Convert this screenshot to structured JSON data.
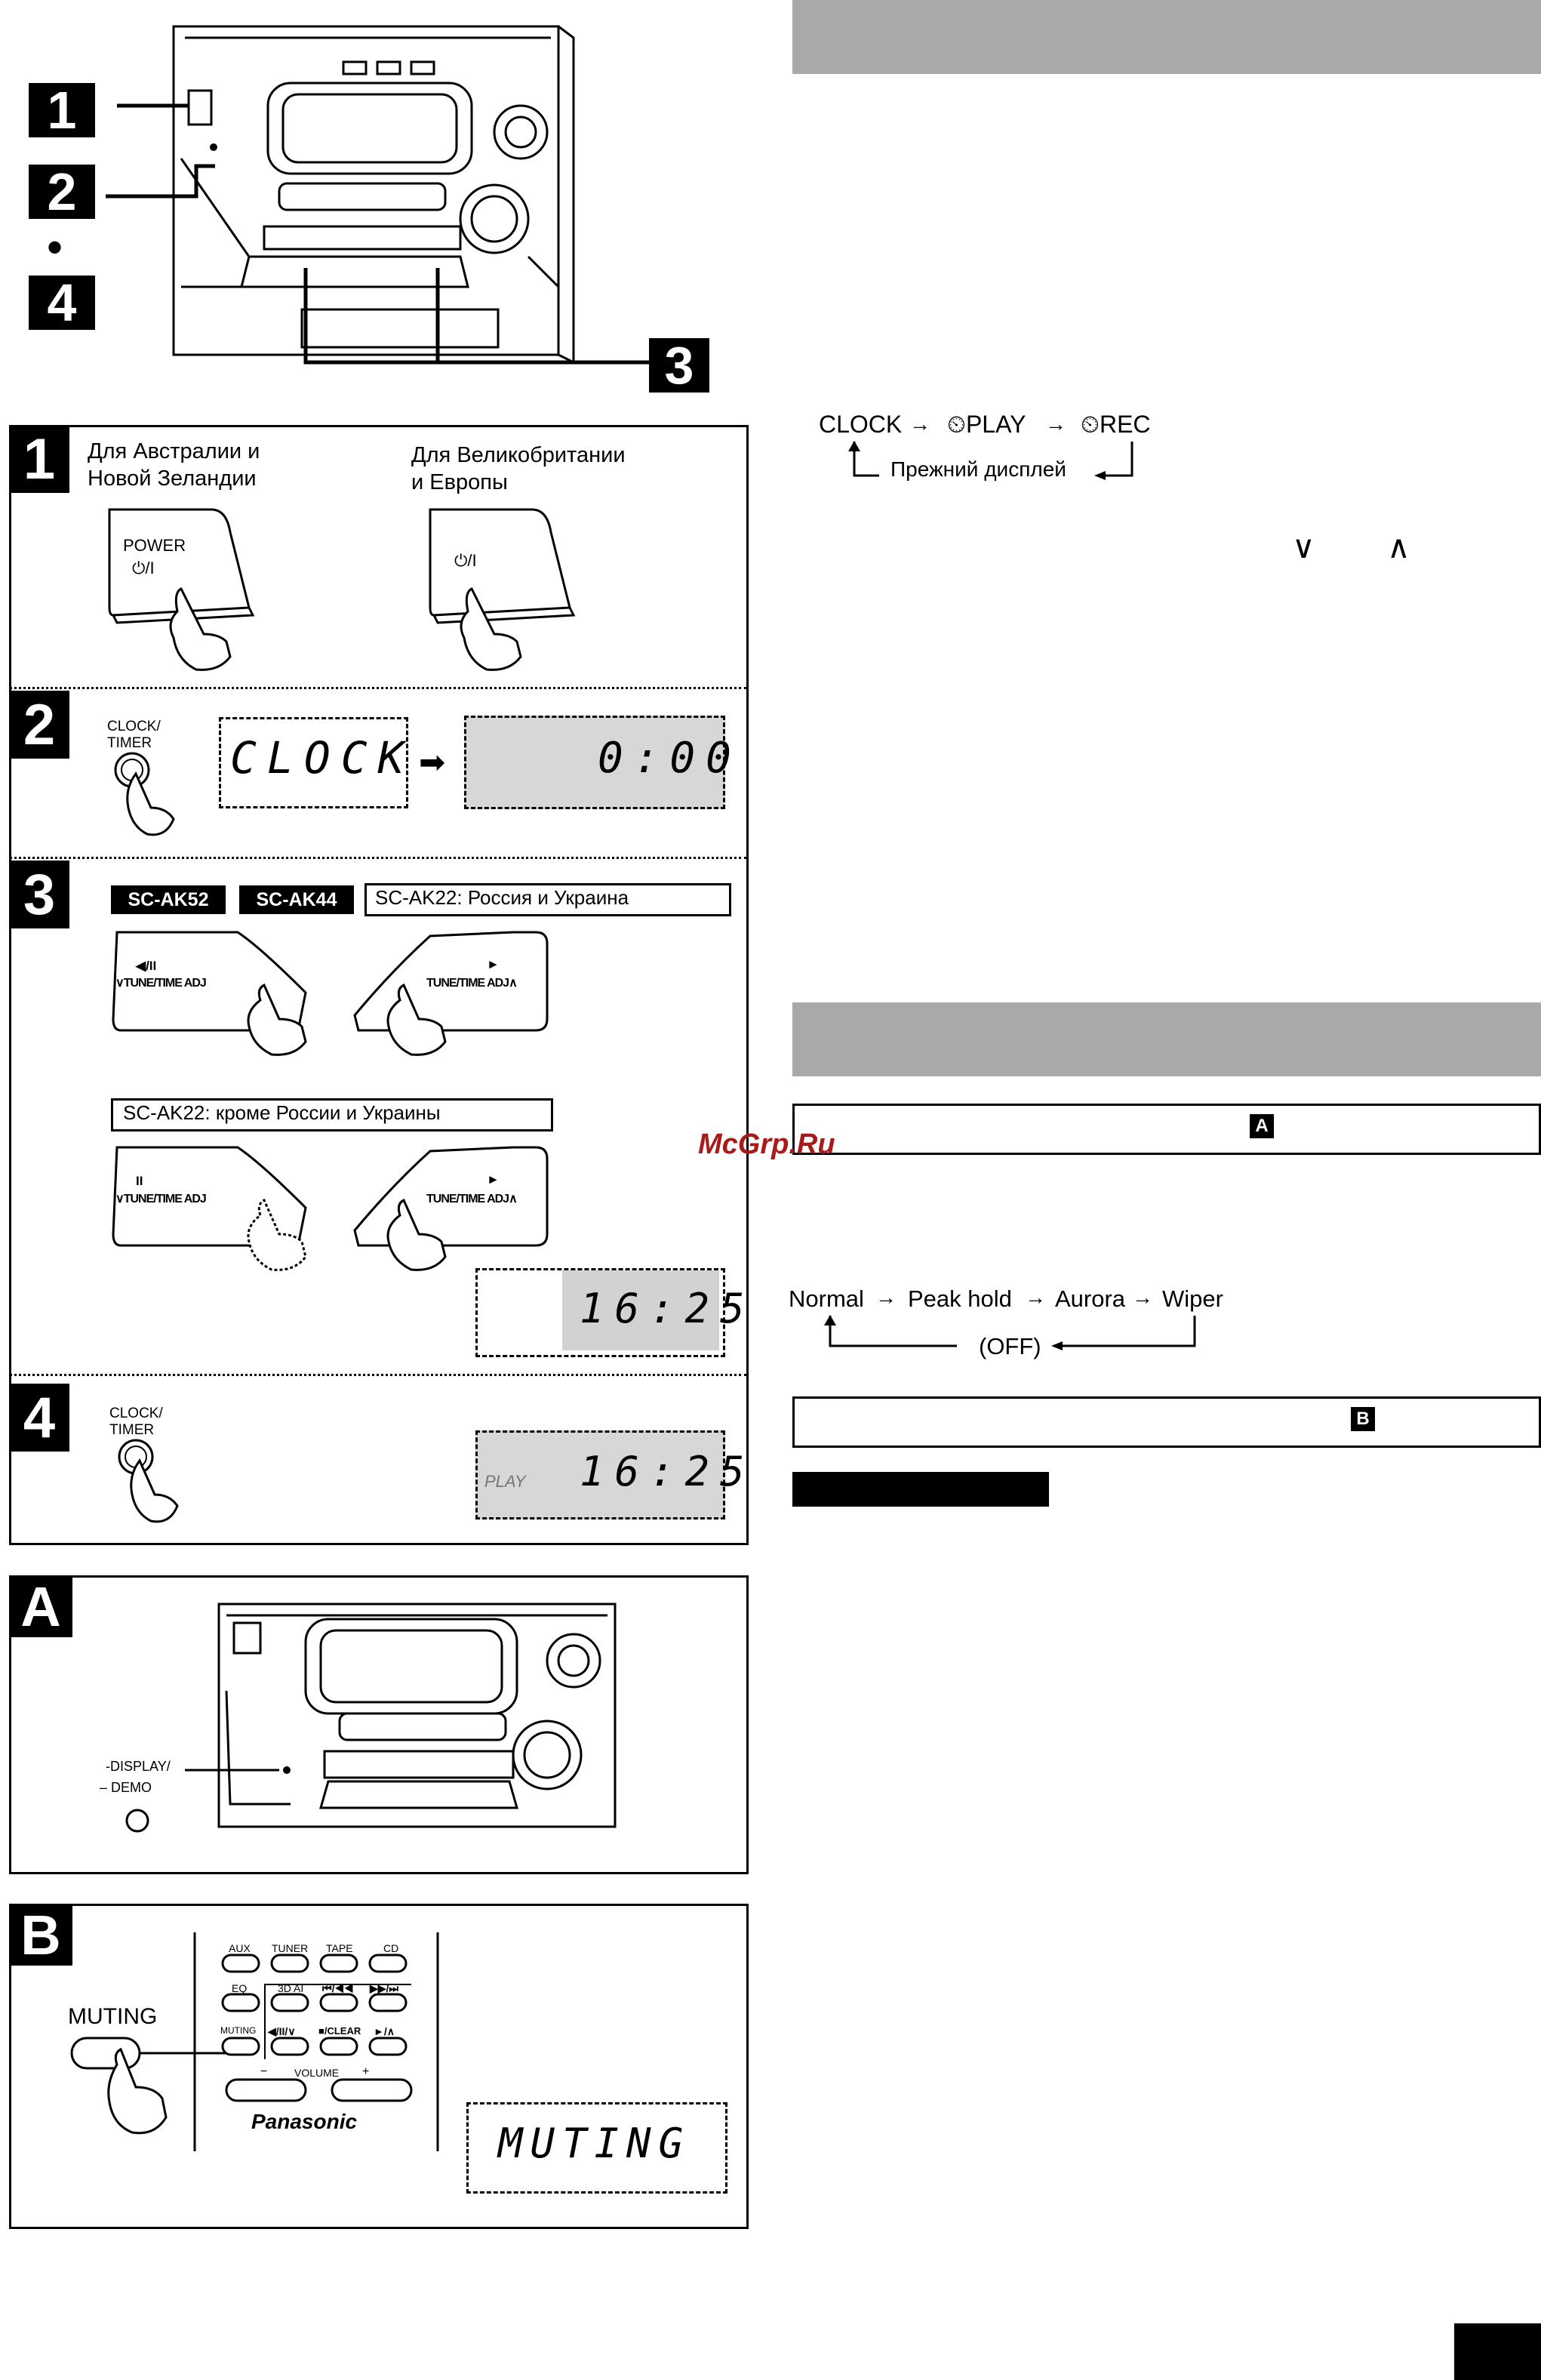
{
  "top_badges": {
    "b1": "1",
    "b2": "2",
    "dot": "•",
    "b4": "4",
    "b3": "3"
  },
  "step1": {
    "badge": "1",
    "region_au": "Для Австралии и\nНовой Зеландии",
    "region_eu": "Для Великобритании\nи Европы",
    "power_label": "POWER",
    "power_symbol": "⏻/I",
    "power_symbol_eu": "⏻/I"
  },
  "step2": {
    "badge": "2",
    "button_label": "CLOCK/\nTIMER",
    "display_left": "CLOCK",
    "display_right": "0:00"
  },
  "step3": {
    "badge": "3",
    "model1": "SC-AK52",
    "model2": "SC-AK44",
    "model3": "SC-AK22: Россия и Украина",
    "btn_left": "∨TUNE/TIME ADJ",
    "btn_right": "TUNE/TIME ADJ∧",
    "left_icon1": "◀/II",
    "right_icon1": "►",
    "model4": "SC-AK22: кроме России и Украины",
    "left_icon2": "II",
    "right_icon2": "►",
    "display": "16:25"
  },
  "step4": {
    "badge": "4",
    "button_label": "CLOCK/\nTIMER",
    "display": "16:25",
    "display_ghost": "PLAY"
  },
  "sectionA": {
    "badge": "A",
    "label_display": "DISPLAY/",
    "label_demo": "DEMO"
  },
  "sectionB": {
    "badge": "B",
    "muting_label": "MUTING",
    "remote_row1": [
      "AUX",
      "TUNER",
      "TAPE",
      "CD"
    ],
    "remote_row2": [
      "EQ",
      "3D AI",
      "⏮/◀◀",
      "▶▶/⏭"
    ],
    "remote_row3": [
      "MUTING",
      "◀/II/∨",
      "■/CLEAR",
      "►/∧"
    ],
    "volume_label": "VOLUME",
    "vol_minus": "−",
    "vol_plus": "+",
    "brand": "Panasonic",
    "display": "MUTING"
  },
  "right": {
    "cycle1": {
      "a": "CLOCK",
      "b": "⏲PLAY",
      "c": "⏲REC",
      "back": "Прежний дисплей"
    },
    "chevrons": [
      "∨",
      "∧"
    ],
    "watermark": "McGrp.Ru",
    "boxA_badge": "A",
    "cycle2": {
      "a": "Normal",
      "b": "Peak hold",
      "c": "Aurora",
      "d": "Wiper",
      "back": "(OFF)"
    },
    "boxB_badge": "B"
  }
}
